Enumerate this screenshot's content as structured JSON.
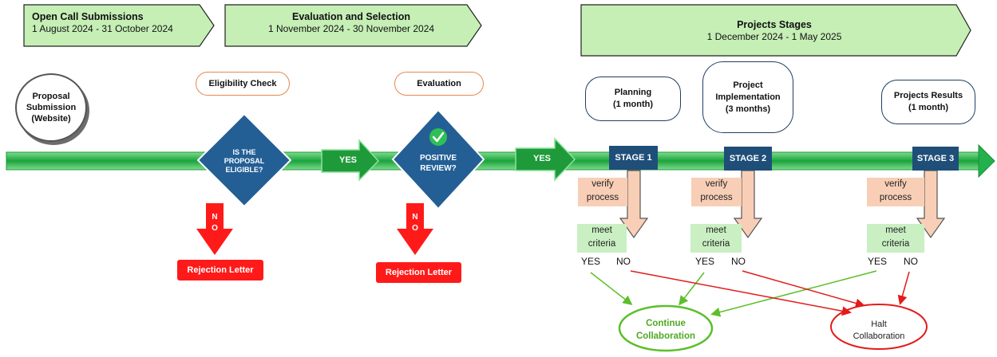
{
  "banners": [
    {
      "title": "Open Call Submissions",
      "dates": "1 August 2024 - 31 October 2024"
    },
    {
      "title": "Evaluation and Selection",
      "dates": "1 November 2024 - 30 November 2024"
    },
    {
      "title": "Projects Stages",
      "dates": "1 December 2024 - 1 May 2025"
    }
  ],
  "proposal": {
    "line1": "Proposal",
    "line2": "Submission",
    "line3": "(Website)"
  },
  "eligibility_check": "Eligibility Check",
  "evaluation_label": "Evaluation",
  "diamond1": {
    "line1": "IS THE",
    "line2": "PROPOSAL",
    "line3": "ELIGIBLE?"
  },
  "diamond2": {
    "line1": "POSITIVE",
    "line2": "REVIEW?"
  },
  "yes": "YES",
  "no_letters": {
    "n": "N",
    "o": "O"
  },
  "rejection_letter": "Rejection Letter",
  "stages": [
    "STAGE 1",
    "STAGE 2",
    "STAGE 3"
  ],
  "phases": [
    {
      "line1": "Planning",
      "line2": "(1 month)"
    },
    {
      "line1": "Project",
      "line2": "Implementation",
      "line3": "(3 months)"
    },
    {
      "line1": "Projects Results",
      "line2": "(1 month)"
    }
  ],
  "verify": {
    "line1": "verify",
    "line2": "process"
  },
  "criteria": {
    "line1": "meet",
    "line2": "criteria"
  },
  "yes_no": {
    "yes": "YES",
    "no": "NO"
  },
  "continue": {
    "line1": "Continue",
    "line2": "Collaboration"
  },
  "halt": {
    "line1": "Halt",
    "line2": "Collaboration"
  },
  "colors": {
    "banner": "#c6efb6",
    "timeline": "#22b14c",
    "diamond": "#235f95",
    "stage": "#1f4e79",
    "reject": "#ff1a1a",
    "continue": "#5bbf2a",
    "halt": "#e31b1b"
  }
}
